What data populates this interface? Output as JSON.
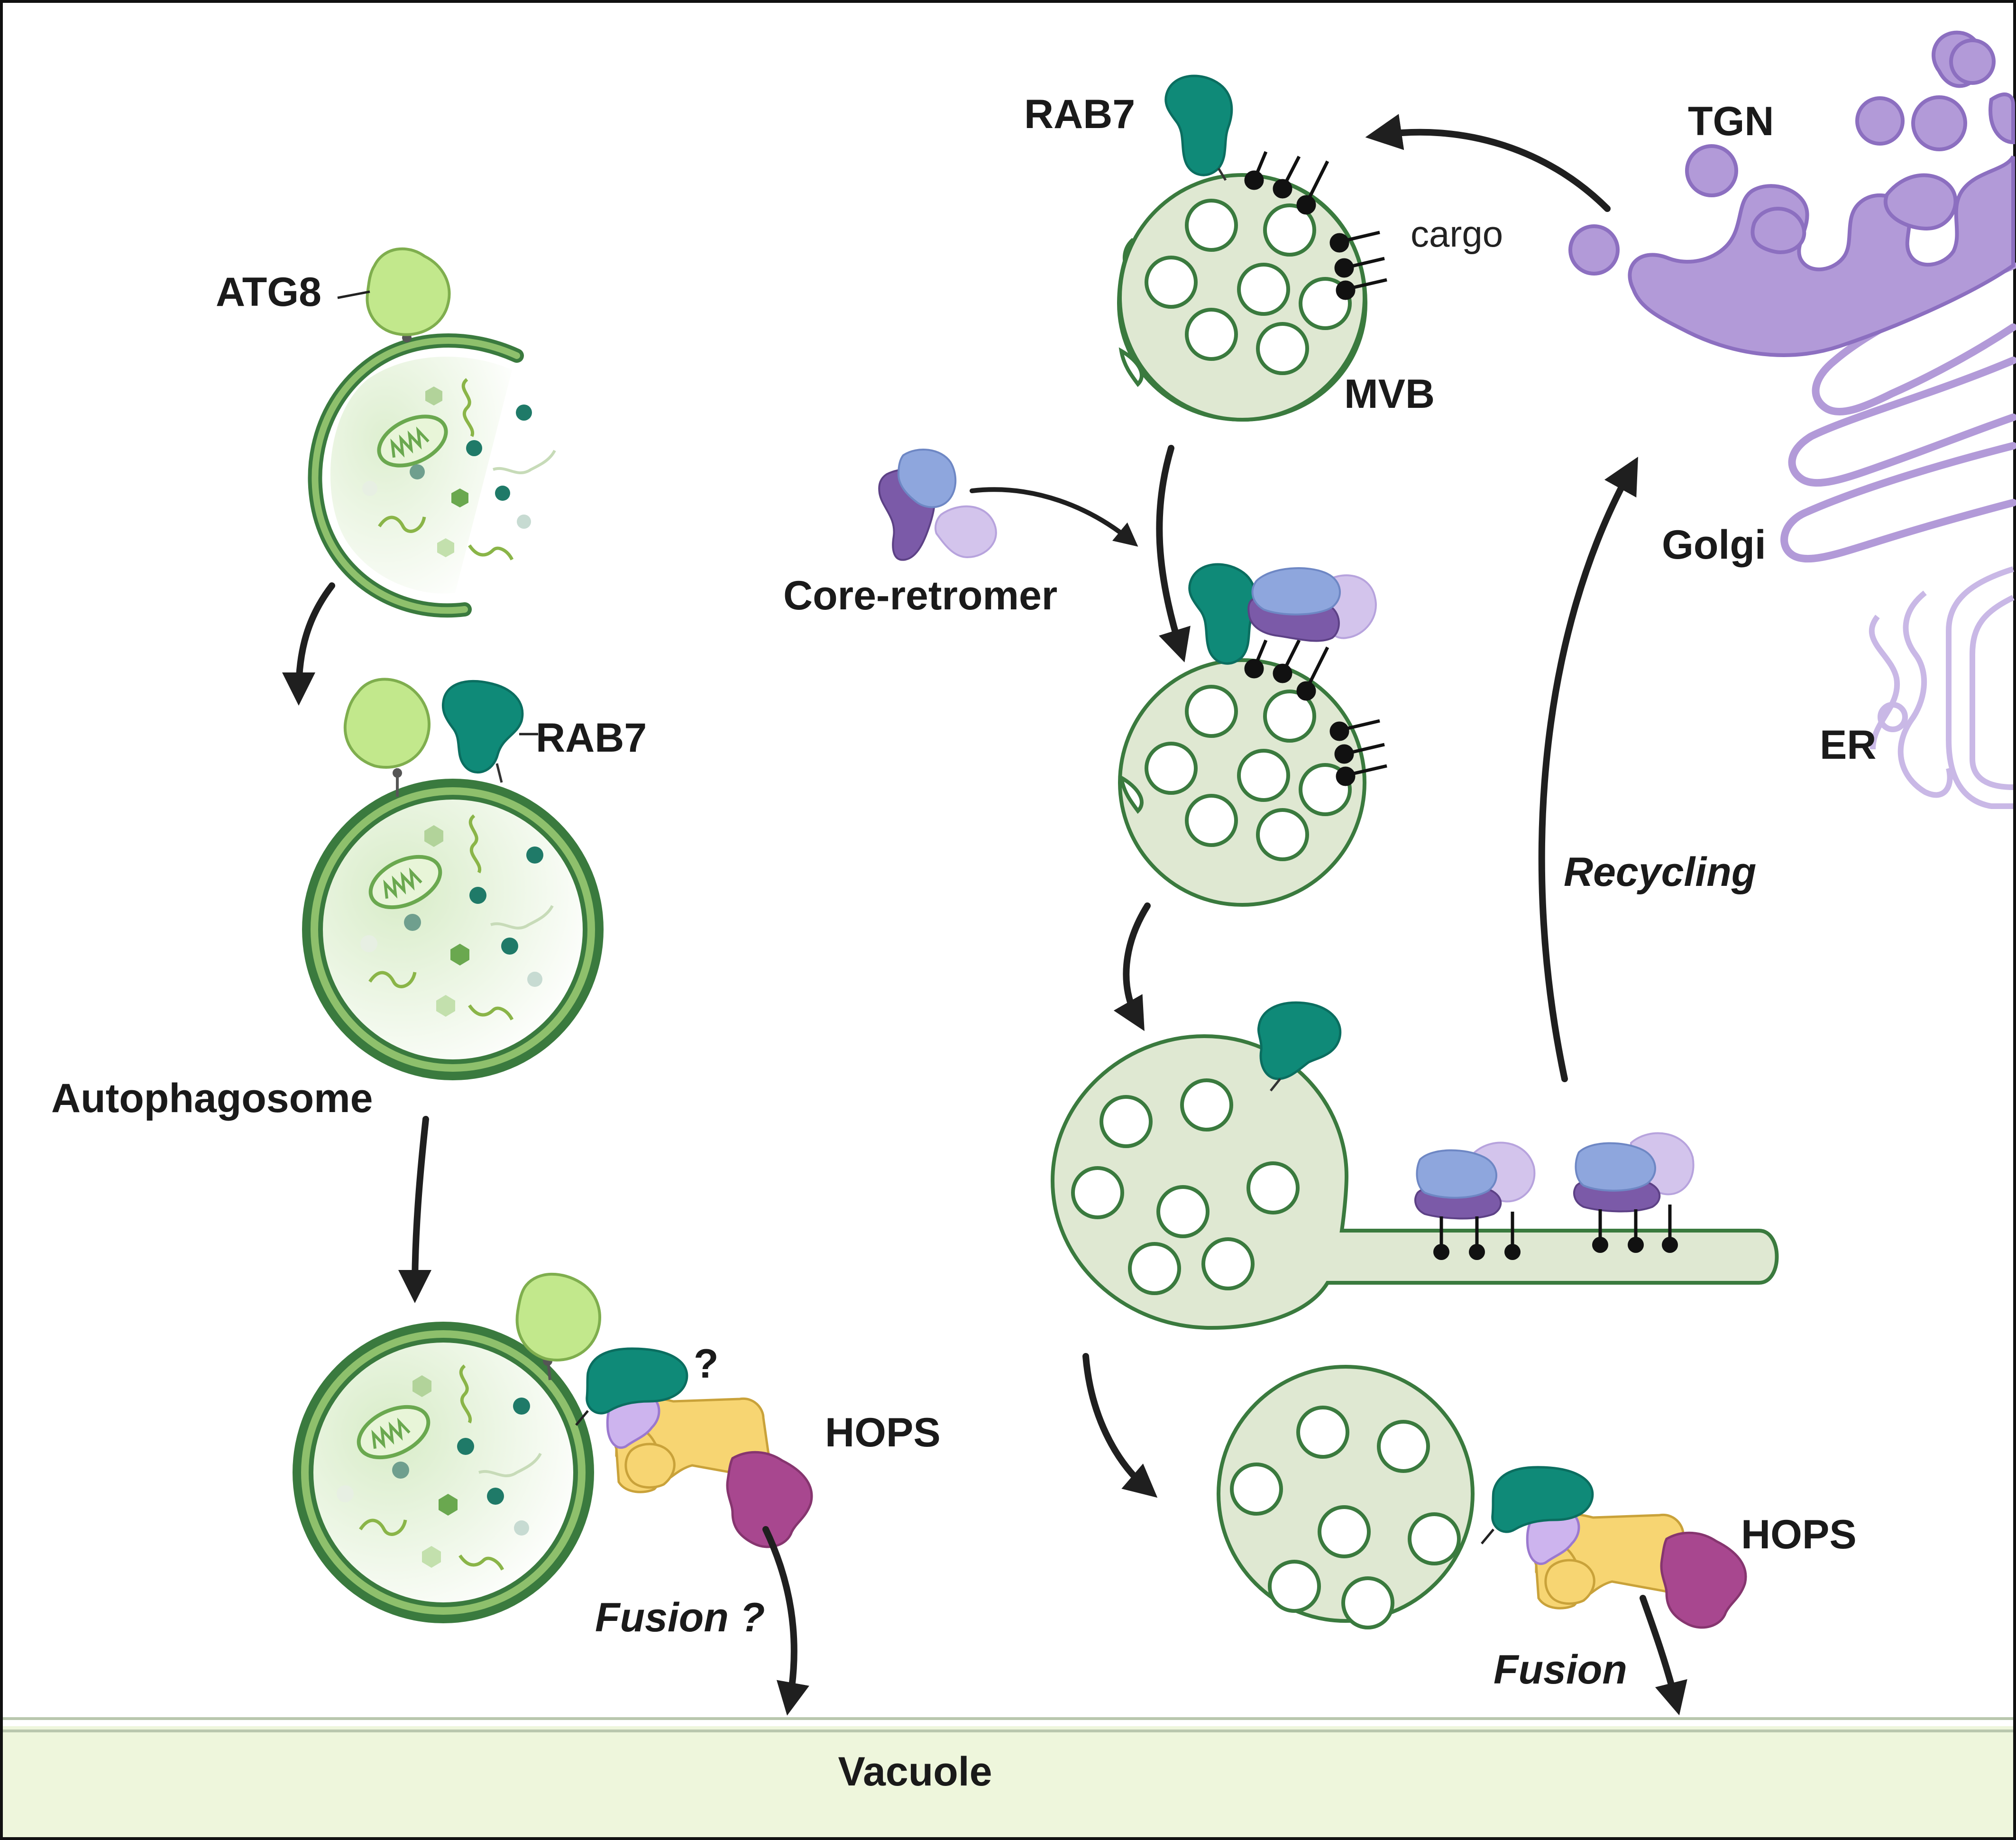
{
  "labels": {
    "atg8": "ATG8",
    "rab7_top": "RAB7",
    "rab7_autophagosome": "RAB7",
    "cargo": "cargo",
    "tgn": "TGN",
    "mvb": "MVB",
    "golgi": "Golgi",
    "er": "ER",
    "core_retromer": "Core-retromer",
    "recycling": "Recycling",
    "autophagosome": "Autophagosome",
    "question_mark": "?",
    "hops_left": "HOPS",
    "hops_right": "HOPS",
    "fusion_question": "Fusion ?",
    "fusion": "Fusion",
    "vacuole": "Vacuole"
  },
  "colors": {
    "rab7": "#0f8a78",
    "atg8": "#c2e88c",
    "membrane_green": "#3a7a3e",
    "lumen": "#dfe8d2",
    "retromer_blue": "#8ea6dd",
    "retromer_purple": "#7b5aa8",
    "retromer_lavender": "#d3c4ec",
    "hops_yellow": "#f7d572",
    "hops_magenta": "#a8478f",
    "golgi_purple": "#b29ad8",
    "vacuole_fill": "#eef6dc"
  }
}
